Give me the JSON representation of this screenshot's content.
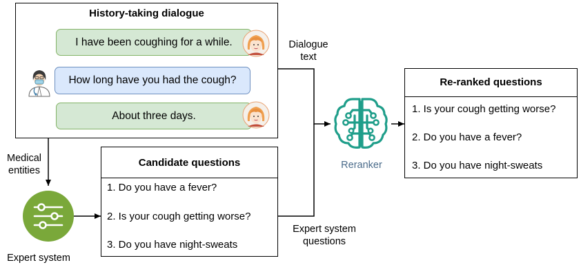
{
  "dialogue": {
    "title": "History-taking dialogue",
    "messages": [
      {
        "speaker": "patient",
        "text": "I have been coughing for a while."
      },
      {
        "speaker": "doctor",
        "text": "How long have you had the cough?"
      },
      {
        "speaker": "patient",
        "text": "About three days."
      }
    ]
  },
  "candidate": {
    "title": "Candidate questions",
    "items": [
      "1. Do you have a fever?",
      "2. Is your cough getting worse?",
      "3. Do you have night-sweats"
    ]
  },
  "reranked": {
    "title": "Re-ranked questions",
    "items": [
      "1. Is your cough getting worse?",
      "2. Do you have a fever?",
      "3. Do you have night-sweats"
    ]
  },
  "labels": {
    "medical_entities_1": "Medical",
    "medical_entities_2": "entities",
    "dialogue_text_1": "Dialogue",
    "dialogue_text_2": "text",
    "expert_questions_1": "Expert system",
    "expert_questions_2": "questions",
    "expert_system": "Expert system",
    "reranker": "Reranker"
  },
  "colors": {
    "bubble_green": "#d5e8d4",
    "bubble_blue": "#dae8fc",
    "expert_system_green": "#7aa83a",
    "reranker_teal": "#1f9e8a"
  },
  "icons": {
    "patient": "patient-avatar-icon",
    "doctor": "doctor-avatar-icon",
    "expert_system": "sliders-icon",
    "reranker": "brain-circuit-icon"
  }
}
